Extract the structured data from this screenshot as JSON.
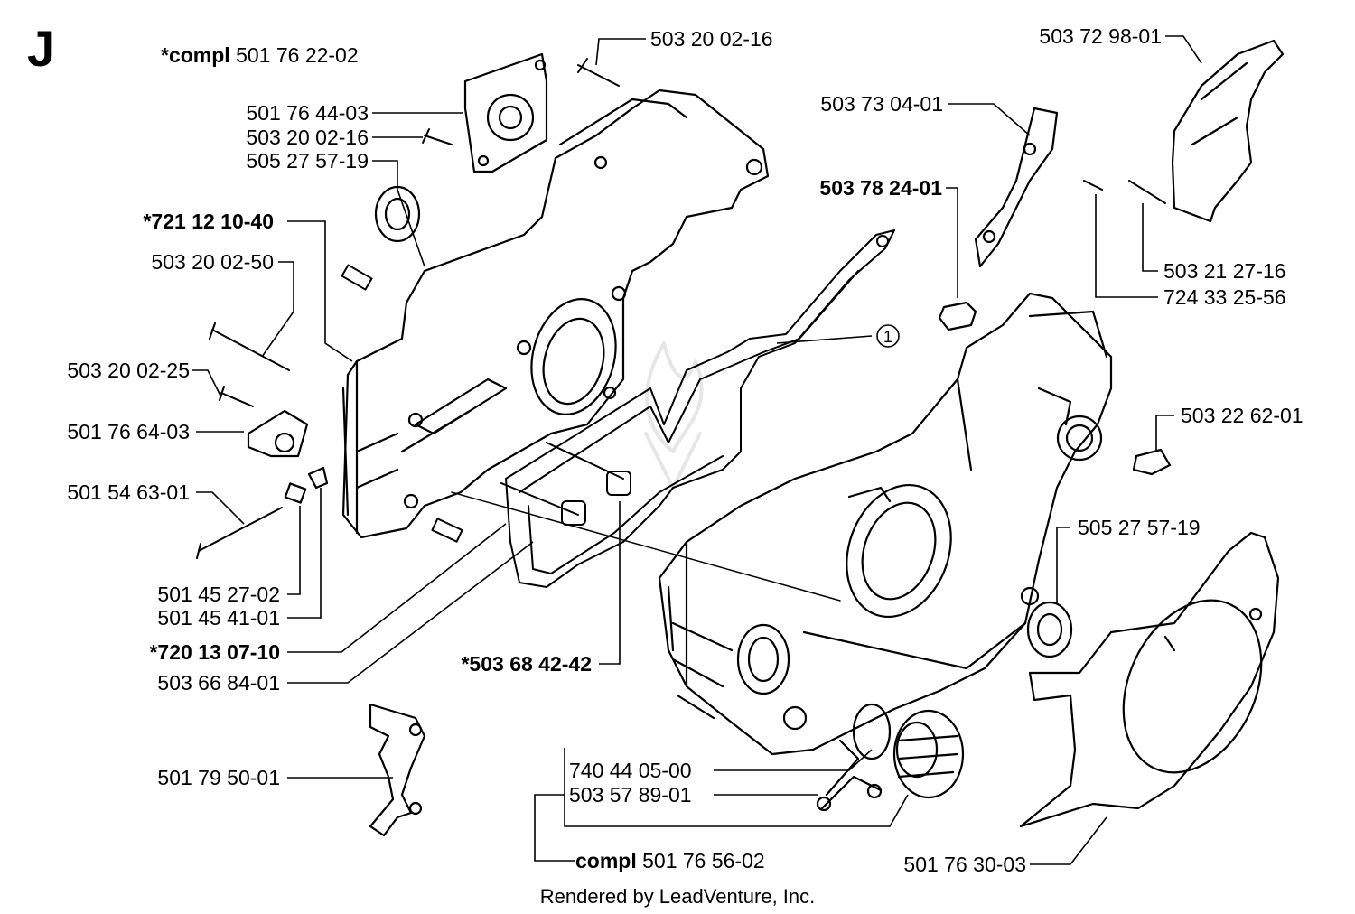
{
  "section": "J",
  "assemblies": {
    "crankcase_compl": {
      "prefix": "*compl",
      "part": "501 76 22-02"
    },
    "tank_compl": {
      "prefix": "compl",
      "part": "501 76 56-02"
    }
  },
  "parts": {
    "p01": "503 20 02-16",
    "p02": "501 76 44-03",
    "p03": "503 20 02-16",
    "p04": "505 27 57-19",
    "p05": "*721 12 10-40",
    "p06": "503 20 02-50",
    "p07": "503 20 02-25",
    "p08": "501 76 64-03",
    "p09": "501 54 63-01",
    "p10": "501 45 27-02",
    "p11": "501 45 41-01",
    "p12": "*720 13 07-10",
    "p13": "503 66 84-01",
    "p14": "*503 68 42-42",
    "p15": "501 79 50-01",
    "p16": "740 44 05-00",
    "p17": "503 57 89-01",
    "p18": "503 72 98-01",
    "p19": "503 73 04-01",
    "p20": "503 78 24-01",
    "p21": "503 21 27-16",
    "p22": "724 33 25-56",
    "p23": "503 22 62-01",
    "p24": "505 27 57-19",
    "p25": "501 76 30-03"
  },
  "callout_number": "1",
  "footer": "Rendered by LeadVenture, Inc."
}
